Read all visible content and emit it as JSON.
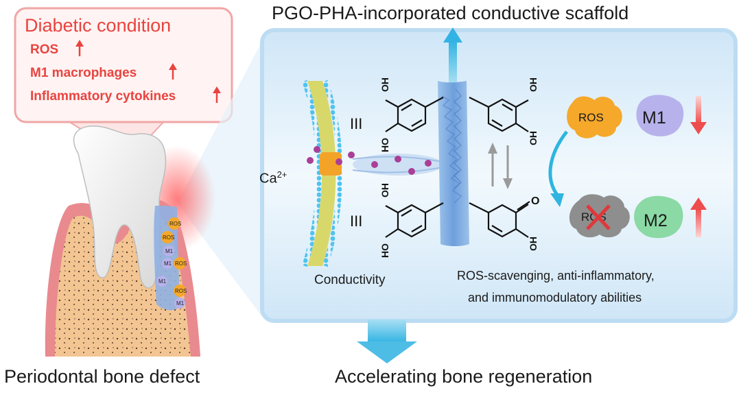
{
  "title": "PGO-PHA-incorporated conductive scaffold",
  "diabetic_box": {
    "title": "Diabetic condition",
    "items": [
      "ROS",
      "M1 macrophages",
      "Inflammatory cytokines"
    ]
  },
  "tooth_labels": [
    "ROS",
    "ROS",
    "M1",
    "M1",
    "ROS",
    "M1",
    "ROS",
    "M1"
  ],
  "ion_label": "Ca",
  "ion_charge": "2+",
  "conductivity_label": "Conductivity",
  "chem": {
    "oh": "OH",
    "ho": "HO",
    "o": "O",
    "bond": "III"
  },
  "cells": {
    "ros_top": "ROS",
    "m1": "M1",
    "ros_bottom": "ROS",
    "m2": "M2"
  },
  "abilities": [
    "ROS-scavenging, anti-inflammatory,",
    "and immunomodulatory abilities"
  ],
  "bottom_left": "Periodontal bone defect",
  "bottom_right": "Accelerating bone regeneration",
  "colors": {
    "red": "#e8443f",
    "blue_panel": "#dcedf8",
    "cyan_arrow": "#2fb4e0",
    "gum": "#e98a8f",
    "bone": "#f4c796",
    "ros_orange": "#f5a82a",
    "m1_purple": "#b7b2ec",
    "m2_green": "#8bd9a4"
  }
}
